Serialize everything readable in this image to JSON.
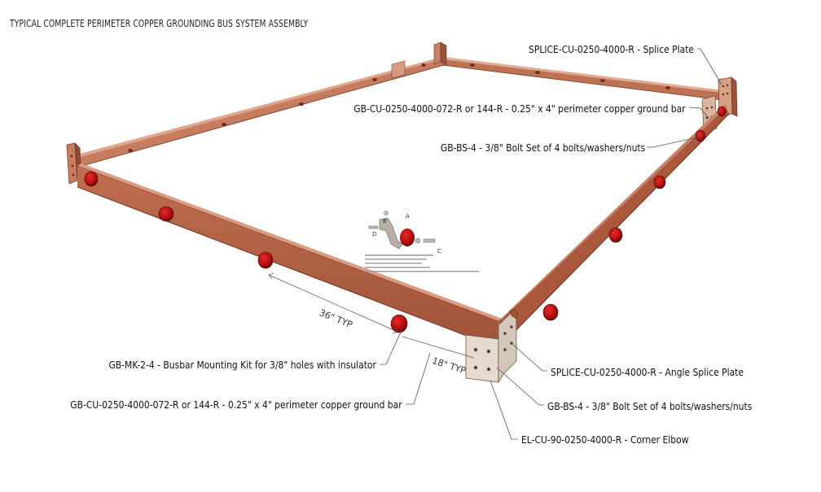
{
  "title": "TYPICAL COMPLETE PERIMETER COPPER GROUNDING BUS SYSTEM ASSEMBLY",
  "labels": {
    "splice_plate": "SPLICE-CU-0250-4000-R - Splice Plate",
    "ground_bar_top": "GB-CU-0250-4000-072-R or 144-R - 0.25\" x 4\" perimeter copper ground bar",
    "bolt_set_top": "GB-BS-4 - 3/8\" Bolt Set of 4 bolts/washers/nuts",
    "mounting_kit": "GB-MK-2-4 - Busbar Mounting Kit for 3/8\" holes with insulator",
    "ground_bar_bottom": "GB-CU-0250-4000-072-R or 144-R - 0.25\" x 4\" perimeter copper ground bar",
    "angle_splice": "SPLICE-CU-0250-4000-R - Angle Splice Plate",
    "bolt_set_bottom": "GB-BS-4 - 3/8\" Bolt Set of 4 bolts/washers/nuts",
    "corner_elbow": "EL-CU-90-0250-4000-R - Corner Elbow"
  },
  "dimensions": {
    "spacing_36": "36\" TYP",
    "spacing_18": "18\" TYP"
  },
  "inset": {
    "letters": [
      "A",
      "B",
      "C",
      "D"
    ]
  },
  "colors": {
    "copper_face": "#b5644a",
    "copper_top": "#d49276",
    "copper_dark": "#8a4530",
    "insulator": "#d01818",
    "insulator_dark": "#7a0a0a",
    "plate": "#ded4ca",
    "leader": "#555555"
  }
}
